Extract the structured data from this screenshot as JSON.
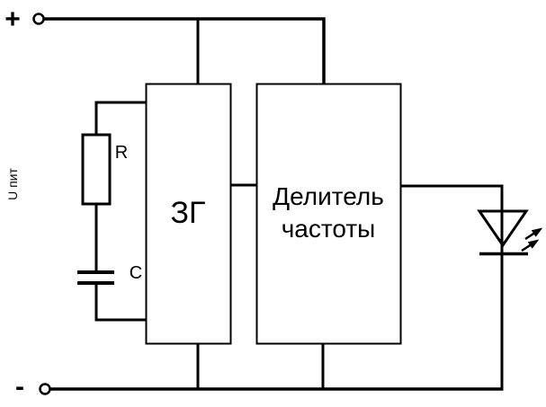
{
  "diagram": {
    "background_color": "#ffffff",
    "line_color": "#000000",
    "power": {
      "positive_terminal_label": "+",
      "negative_terminal_label": "-",
      "supply_voltage_label": "U пит"
    },
    "components": {
      "resistor": {
        "label": "R"
      },
      "capacitor": {
        "label": "C"
      },
      "master_oscillator": {
        "label": "ЗГ"
      },
      "frequency_divider": {
        "label_lines": [
          "Делитель",
          "частоты"
        ]
      },
      "led": {
        "symbol": "led-diode-with-emission-arrows"
      }
    }
  }
}
